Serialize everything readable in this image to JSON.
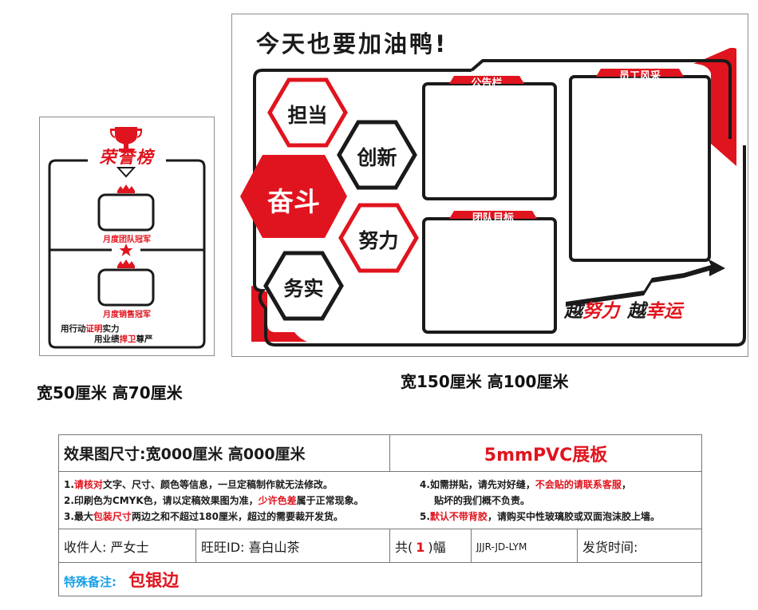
{
  "small_board": {
    "title": "荣誉榜",
    "label1": "月度团队冠军",
    "label2": "月度销售冠军",
    "slogan_line1_a": "用行动",
    "slogan_line1_b": "证明",
    "slogan_line1_c": "实力",
    "slogan_line2_a": "用业绩",
    "slogan_line2_b": "捍卫",
    "slogan_line2_c": "尊严",
    "caption": "宽50厘米  高70厘米"
  },
  "large_board": {
    "title": "今天也要加油鸭!",
    "hex_labels": [
      "担当",
      "创新",
      "奋斗",
      "努力",
      "务实"
    ],
    "panel1_label": "公告栏",
    "panel2_label": "员工风采",
    "panel3_label": "团队目标",
    "slogan_a": "越",
    "slogan_b": "努力",
    "slogan_c": "越",
    "slogan_d": "幸运",
    "caption": "宽150厘米  高100厘米"
  },
  "spec": {
    "size_text": "效果图尺寸:宽000厘米  高000厘米",
    "material": "5mmPVC展板",
    "note1_a": "1.",
    "note1_b": "请核对",
    "note1_c": "文字、尺寸、颜色等信息，一旦定稿制作就无法修改。",
    "note2_a": "2.印刷色为CMYK色，请以定稿效果图为准，",
    "note2_b": "少许色差",
    "note2_c": "属于正常现象。",
    "note3_a": "3.最大",
    "note3_b": "包装尺寸",
    "note3_c": "两边之和不超过180厘米，超过的需要裁开发货。",
    "note4_a": "4.如需拼贴，请先对好缝，",
    "note4_b": "不会贴的请联系客服",
    "note4_c": "，",
    "note4_line2": "贴坏的我们概不负责。",
    "note5_a": "5.",
    "note5_b": "默认不带背胶",
    "note5_c": "，请购买中性玻璃胶或双面泡沫胶上墙。",
    "recipient": "收件人: 严女士",
    "wangwang": "旺旺ID:  喜白山茶",
    "count_a": "共(",
    "count_num": "1",
    "count_b": ")幅",
    "code": "JJJR-JD-LYM",
    "ship_time": "发货时间:",
    "remark_label": "特殊备注:",
    "remark_value": "包银边"
  },
  "colors": {
    "accent_red": "#e0141e",
    "dark": "#1a1a1a",
    "remark_blue": "#1aa0e6"
  }
}
